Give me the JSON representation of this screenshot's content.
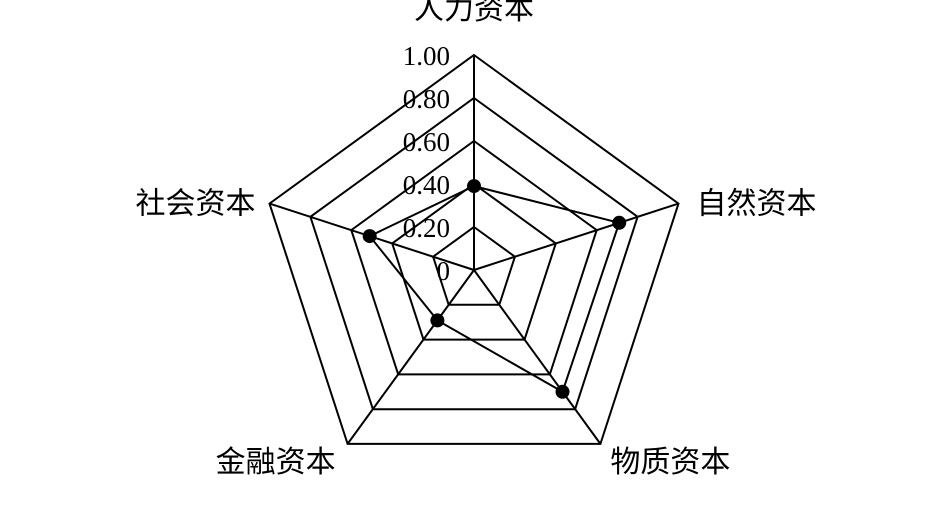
{
  "chart_data": {
    "type": "radar",
    "axes": [
      "人力资本",
      "自然资本",
      "物质资本",
      "金融资本",
      "社会资本"
    ],
    "ticks": [
      "0",
      "0.20",
      "0.40",
      "0.60",
      "0.80",
      "1.00"
    ],
    "tick_values": [
      0,
      0.2,
      0.4,
      0.6,
      0.8,
      1.0
    ],
    "range": [
      0,
      1.0
    ],
    "series": [
      {
        "values": [
          0.39,
          0.71,
          0.7,
          0.29,
          0.51
        ]
      }
    ],
    "colors": {
      "grid": "#000000",
      "series_line": "#000000",
      "marker": "#000000"
    }
  }
}
